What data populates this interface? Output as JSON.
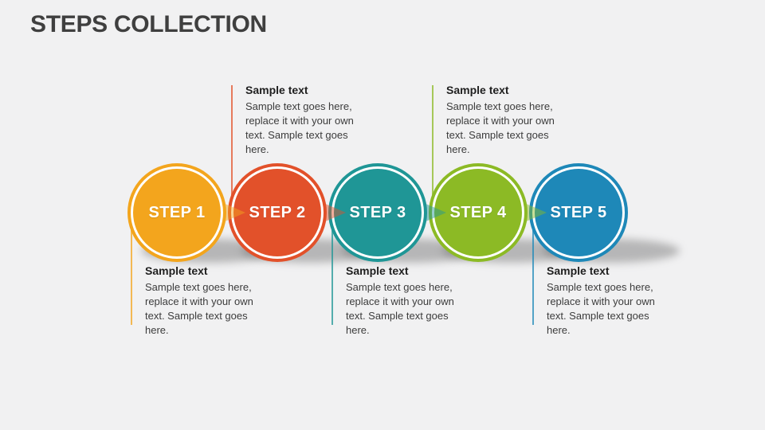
{
  "slide": {
    "title": "STEPS COLLECTION"
  },
  "colors": {
    "background": "#F1F1F2",
    "title_text": "#3F3F3F",
    "heading_text": "#1F1F1F",
    "body_text": "#3C3C3C",
    "step_label_text": "#FFFFFF",
    "circle_ring": "#FFFFFF"
  },
  "steps": [
    {
      "label": "STEP 1",
      "color": "#F3A51D",
      "text_position": "bottom",
      "heading": "Sample text",
      "body": "Sample text goes here, replace it with your own text. Sample text goes here."
    },
    {
      "label": "STEP 2",
      "color": "#E2512A",
      "text_position": "top",
      "heading": "Sample text",
      "body": "Sample text goes here, replace it with your own text. Sample text goes here."
    },
    {
      "label": "STEP 3",
      "color": "#1F9696",
      "text_position": "bottom",
      "heading": "Sample text",
      "body": "Sample text goes here, replace it with your own text. Sample text goes here."
    },
    {
      "label": "STEP 4",
      "color": "#8CBA25",
      "text_position": "top",
      "heading": "Sample text",
      "body": "Sample text goes here, replace it with your own text. Sample text goes here."
    },
    {
      "label": "STEP 5",
      "color": "#1E88B8",
      "text_position": "bottom",
      "heading": "Sample text",
      "body": "Sample text goes here, replace it with your own text. Sample text goes here."
    }
  ]
}
